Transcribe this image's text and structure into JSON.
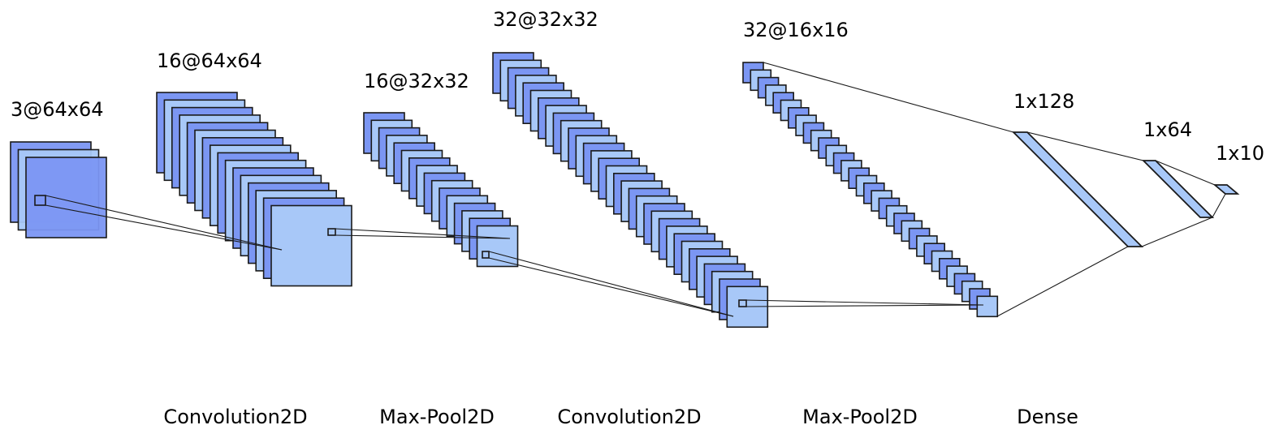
{
  "colors": {
    "map_dark": "#7b96f3",
    "map_light": "#a8c8f8",
    "stroke": "#1a1a1a",
    "connector": "#1a1a1a",
    "background": "#ffffff"
  },
  "layers": [
    {
      "id": "input",
      "label": "3@64x64",
      "kind": "feature-maps"
    },
    {
      "id": "conv1",
      "label": "16@64x64",
      "kind": "feature-maps"
    },
    {
      "id": "pool1",
      "label": "16@32x32",
      "kind": "feature-maps"
    },
    {
      "id": "conv2",
      "label": "32@32x32",
      "kind": "feature-maps"
    },
    {
      "id": "pool2",
      "label": "32@16x16",
      "kind": "feature-maps"
    },
    {
      "id": "fc1",
      "label": "1x128",
      "kind": "dense-vector"
    },
    {
      "id": "fc2",
      "label": "1x64",
      "kind": "dense-vector"
    },
    {
      "id": "fc3",
      "label": "1x10",
      "kind": "dense-vector"
    }
  ],
  "operations": [
    {
      "id": "op-conv1",
      "label": "Convolution2D"
    },
    {
      "id": "op-pool1",
      "label": "Max-Pool2D"
    },
    {
      "id": "op-conv2",
      "label": "Convolution2D"
    },
    {
      "id": "op-pool2",
      "label": "Max-Pool2D"
    },
    {
      "id": "op-dense",
      "label": "Dense"
    }
  ]
}
